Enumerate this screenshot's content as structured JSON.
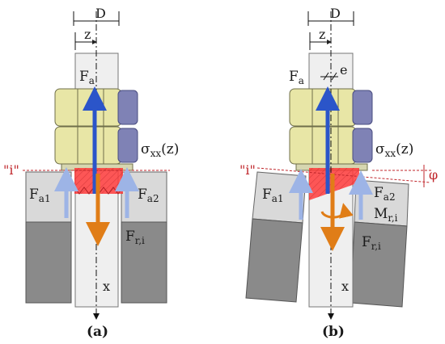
{
  "colors": {
    "nut_fill": "#e8e6a6",
    "nut_stroke": "#6f6f4a",
    "washer_blue": "#7f82b5",
    "bolt_fill": "#efefef",
    "block_light": "#d9d9d9",
    "block_dark": "#8a8a8a",
    "red_zone": "#ff3b3b",
    "arrow_blue": "#2b55c9",
    "arrow_orange": "#e07d17",
    "arrow_lightblue": "#9db4e6",
    "text_red": "#c0262b"
  },
  "panels": [
    {
      "id": "a",
      "caption": "(a)",
      "dim_D": "D",
      "dim_z": "z",
      "label_Fa": "F",
      "label_Fa_sub": "a",
      "label_sigma": "σ",
      "label_sigma_sub": "xx",
      "label_sigma_arg": "(z)",
      "label_plane": "\"i\"",
      "label_Fa1": "F",
      "label_Fa1_sub": "a1",
      "label_Fa2": "F",
      "label_Fa2_sub": "a2",
      "label_Fr": "F",
      "label_Fr_sub": "r,i",
      "label_x": "x"
    },
    {
      "id": "b",
      "caption": "(b)",
      "dim_D": "D",
      "dim_z": "z",
      "dim_e": "e",
      "label_Fa": "F",
      "label_Fa_sub": "a",
      "label_sigma": "σ",
      "label_sigma_sub": "xx",
      "label_sigma_arg": "(z)",
      "label_plane": "\"i\"",
      "label_phi": "φ",
      "label_Fa1": "F",
      "label_Fa1_sub": "a1",
      "label_Fa2": "F",
      "label_Fa2_sub": "a2",
      "label_M": "M",
      "label_M_sub": "r,i",
      "label_Fr": "F",
      "label_Fr_sub": "r,i",
      "label_x": "x"
    }
  ]
}
